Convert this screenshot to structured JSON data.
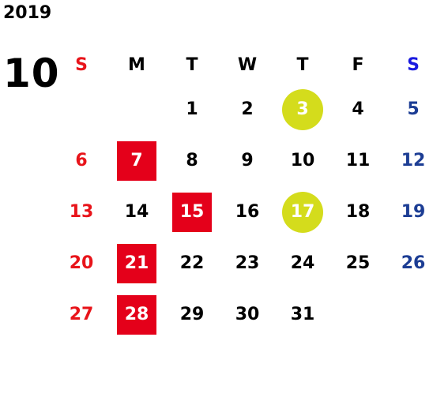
{
  "year": "2019",
  "month": "10",
  "weekdays": [
    "S",
    "M",
    "T",
    "W",
    "T",
    "F",
    "S"
  ],
  "weeks": [
    [
      "",
      "",
      "1",
      "2",
      "3",
      "4",
      "5"
    ],
    [
      "6",
      "7",
      "8",
      "9",
      "10",
      "11",
      "12"
    ],
    [
      "13",
      "14",
      "15",
      "16",
      "17",
      "18",
      "19"
    ],
    [
      "20",
      "21",
      "22",
      "23",
      "24",
      "25",
      "26"
    ],
    [
      "27",
      "28",
      "29",
      "30",
      "31",
      "",
      ""
    ]
  ],
  "highlight_red_days": [
    "7",
    "15",
    "21",
    "28"
  ],
  "highlight_yellow_days": [
    "3",
    "17"
  ],
  "colors": {
    "sunday": "#e8141a",
    "saturday": "#1c3d94",
    "red_highlight": "#e4001a",
    "yellow_highlight": "#d4dc1c"
  }
}
